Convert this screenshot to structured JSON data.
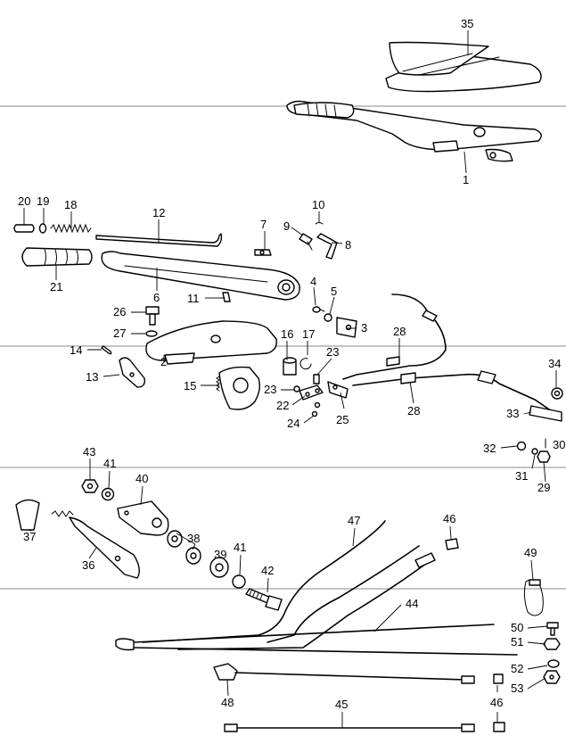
{
  "callouts": [
    {
      "id": "35",
      "text": "35"
    },
    {
      "id": "1",
      "text": "1"
    },
    {
      "id": "20",
      "text": "20"
    },
    {
      "id": "19",
      "text": "19"
    },
    {
      "id": "18",
      "text": "18"
    },
    {
      "id": "12",
      "text": "12"
    },
    {
      "id": "7",
      "text": "7"
    },
    {
      "id": "10",
      "text": "10"
    },
    {
      "id": "9",
      "text": "9"
    },
    {
      "id": "8",
      "text": "8"
    },
    {
      "id": "21",
      "text": "21"
    },
    {
      "id": "6",
      "text": "6"
    },
    {
      "id": "11",
      "text": "11"
    },
    {
      "id": "4",
      "text": "4"
    },
    {
      "id": "5",
      "text": "5"
    },
    {
      "id": "26",
      "text": "26"
    },
    {
      "id": "3",
      "text": "3"
    },
    {
      "id": "28a",
      "text": "28"
    },
    {
      "id": "27",
      "text": "27"
    },
    {
      "id": "16",
      "text": "16"
    },
    {
      "id": "17",
      "text": "17"
    },
    {
      "id": "14",
      "text": "14"
    },
    {
      "id": "23a",
      "text": "23"
    },
    {
      "id": "34",
      "text": "34"
    },
    {
      "id": "13",
      "text": "13"
    },
    {
      "id": "2",
      "text": "2"
    },
    {
      "id": "15",
      "text": "15"
    },
    {
      "id": "23b",
      "text": "23"
    },
    {
      "id": "22",
      "text": "22"
    },
    {
      "id": "24",
      "text": "24"
    },
    {
      "id": "25",
      "text": "25"
    },
    {
      "id": "28b",
      "text": "28"
    },
    {
      "id": "33",
      "text": "33"
    },
    {
      "id": "32",
      "text": "32"
    },
    {
      "id": "30",
      "text": "30"
    },
    {
      "id": "31",
      "text": "31"
    },
    {
      "id": "29",
      "text": "29"
    },
    {
      "id": "43",
      "text": "43"
    },
    {
      "id": "41a",
      "text": "41"
    },
    {
      "id": "40",
      "text": "40"
    },
    {
      "id": "38",
      "text": "38"
    },
    {
      "id": "37",
      "text": "37"
    },
    {
      "id": "39",
      "text": "39"
    },
    {
      "id": "41b",
      "text": "41"
    },
    {
      "id": "36",
      "text": "36"
    },
    {
      "id": "42",
      "text": "42"
    },
    {
      "id": "47",
      "text": "47"
    },
    {
      "id": "46a",
      "text": "46"
    },
    {
      "id": "49",
      "text": "49"
    },
    {
      "id": "44",
      "text": "44"
    },
    {
      "id": "50",
      "text": "50"
    },
    {
      "id": "51",
      "text": "51"
    },
    {
      "id": "52",
      "text": "52"
    },
    {
      "id": "53",
      "text": "53"
    },
    {
      "id": "48",
      "text": "48"
    },
    {
      "id": "45",
      "text": "45"
    },
    {
      "id": "46b",
      "text": "46"
    }
  ]
}
